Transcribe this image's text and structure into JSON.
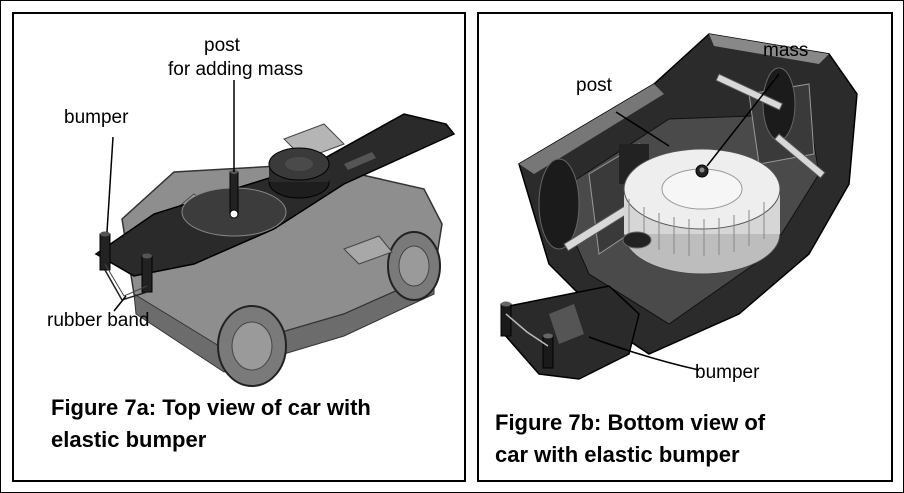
{
  "figure_a": {
    "labels": {
      "post": "post",
      "post_sub": "for adding mass",
      "bumper": "bumper",
      "rubber_band": "rubber band"
    },
    "caption_line1": "Figure 7a:  Top view of car with",
    "caption_line2": "elastic bumper"
  },
  "figure_b": {
    "labels": {
      "post": "post",
      "mass": "mass",
      "bumper": "bumper"
    },
    "caption_line1": "Figure 7b:  Bottom view of",
    "caption_line2": "car with elastic bumper"
  }
}
